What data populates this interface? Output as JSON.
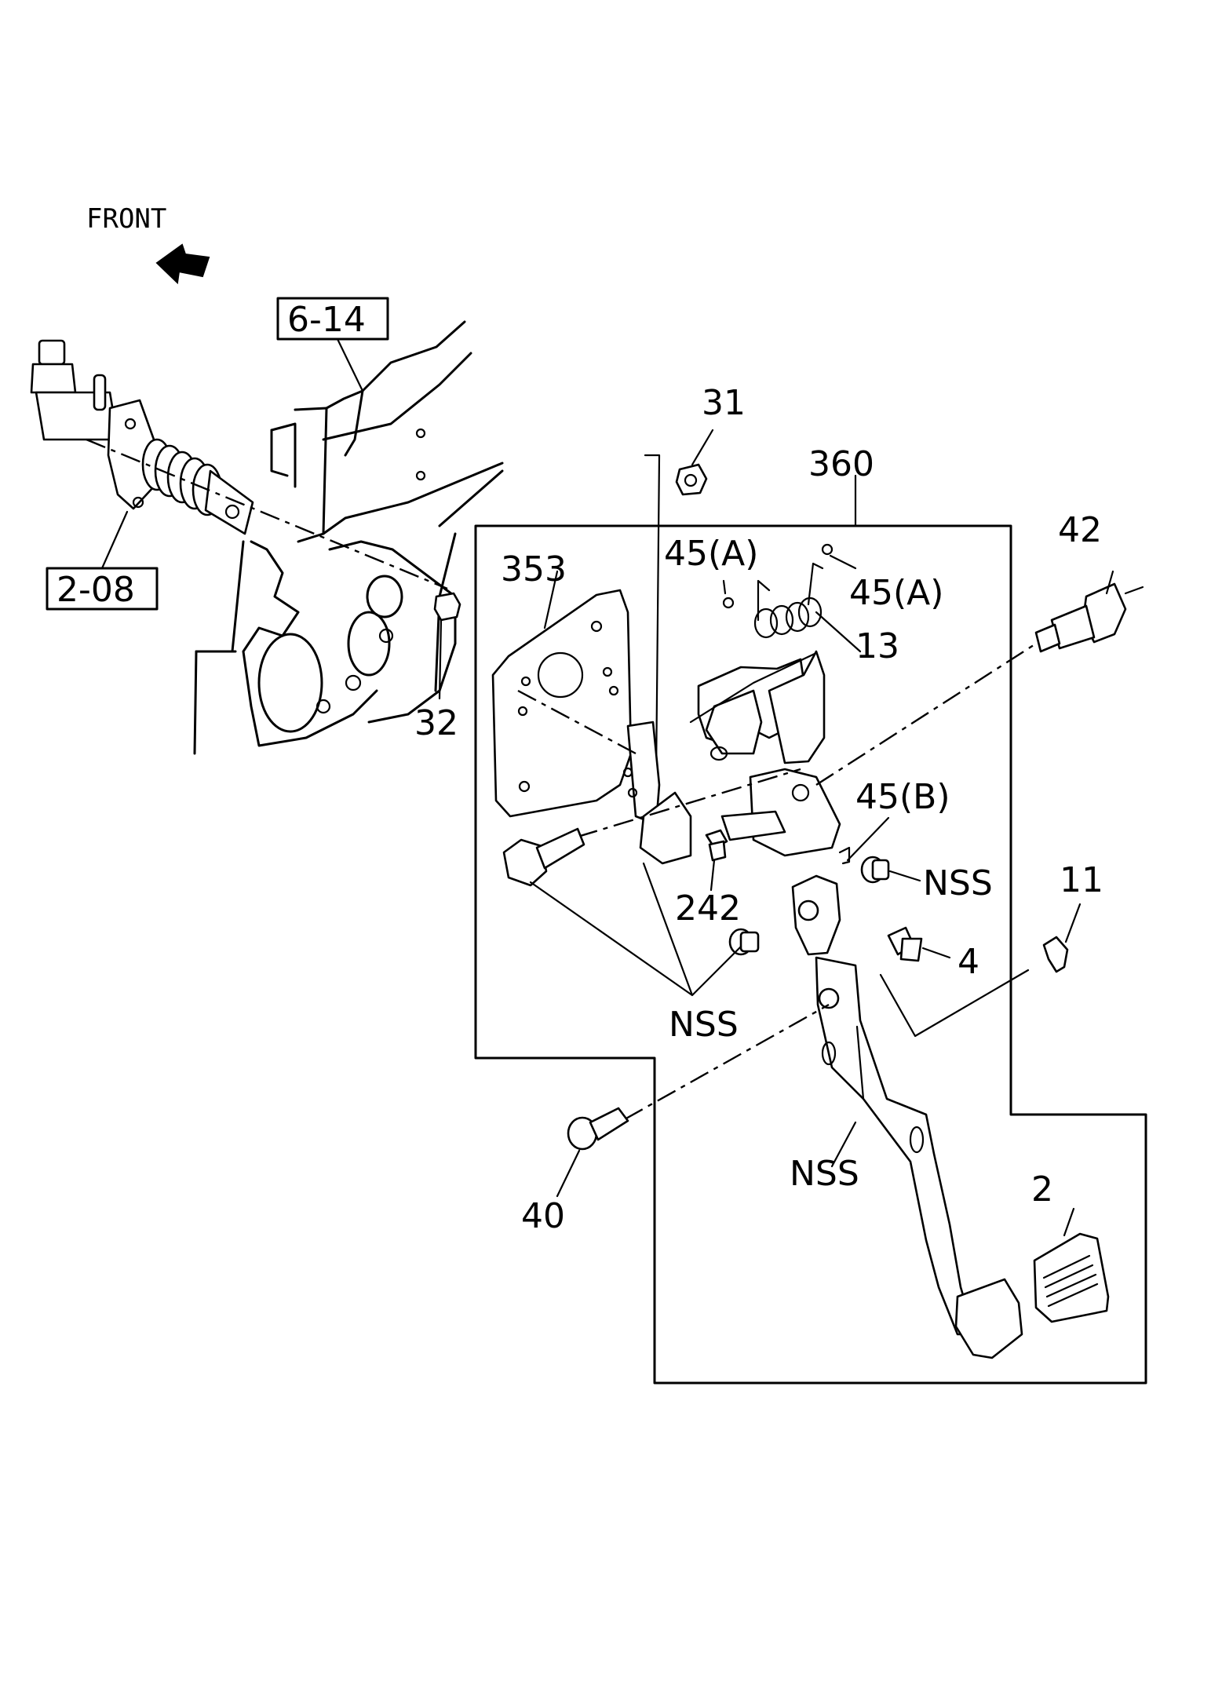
{
  "orientation": {
    "label": "FRONT"
  },
  "refs": {
    "body": "6-14",
    "master_cylinder": "2-08"
  },
  "labels": {
    "p31": "31",
    "p360": "360",
    "p42": "42",
    "p353": "353",
    "p45a_1": "45(A)",
    "p45a_2": "45(A)",
    "p13": "13",
    "p32": "32",
    "p45b": "45(B)",
    "p11": "11",
    "p242": "242",
    "nss_1": "NSS",
    "p4": "4",
    "nss_2": "NSS",
    "nss_3": "NSS",
    "p40": "40",
    "p2": "2"
  }
}
